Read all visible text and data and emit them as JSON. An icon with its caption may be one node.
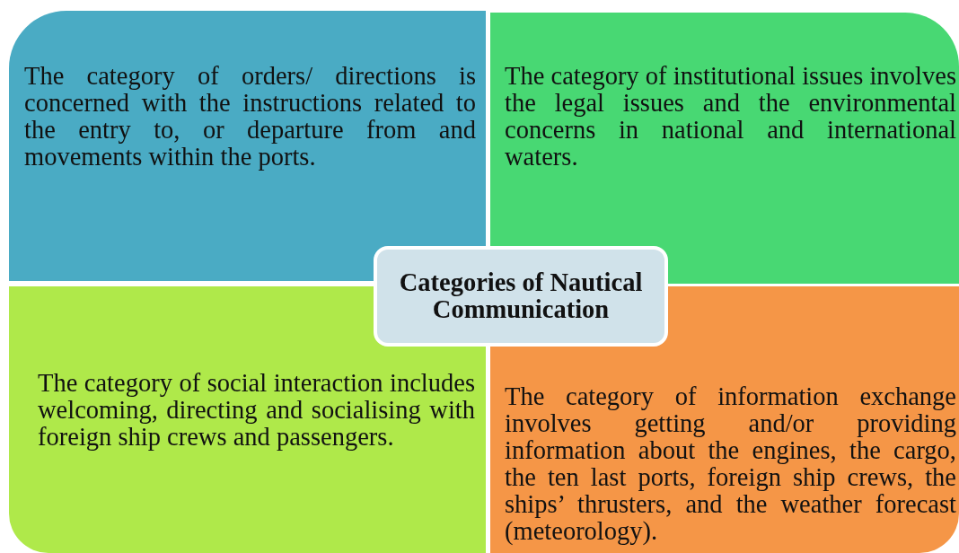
{
  "diagram": {
    "nodes": [
      {
        "text": [
          "The category of orders/ directions is concerned with the instructions related to the entry to, or departure from and movements within the ports."
        ]
      },
      {
        "text": [
          "The category of institutional issues involves the legal issues and the environmental concerns in national and international waters."
        ]
      },
      {
        "text": [
          "Categories of Nautical Communication"
        ]
      },
      {
        "text": [
          "The category of social interaction includes welcoming, directing and socialising with foreign ship crews and passengers."
        ]
      },
      {
        "text": [
          "The category of information exchange involves getting and/or providing information about the engines, the cargo, the ten last ports, foreign ship crews, the ships’ thrusters, and the weather forecast (meteorology)."
        ]
      }
    ]
  }
}
